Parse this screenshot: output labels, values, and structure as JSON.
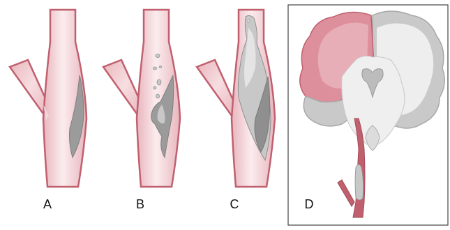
{
  "panels": [
    {
      "label": "A"
    },
    {
      "label": "B"
    },
    {
      "label": "C"
    },
    {
      "label": "D"
    }
  ],
  "colors": {
    "vessel_wall": "#d8848f",
    "vessel_wall_dark": "#c0606f",
    "vessel_lumen": "#f3d6da",
    "lumen_highlight": "#fbecee",
    "plaque": "#9b9b9b",
    "plaque_light": "#c8c8c8",
    "thrombus_dark": "#7f7f7f",
    "brain_infarct": "#dd8f9b",
    "brain_gray": "#c9c9c9",
    "brain_white": "#eeeeee",
    "box_border": "#444444"
  }
}
